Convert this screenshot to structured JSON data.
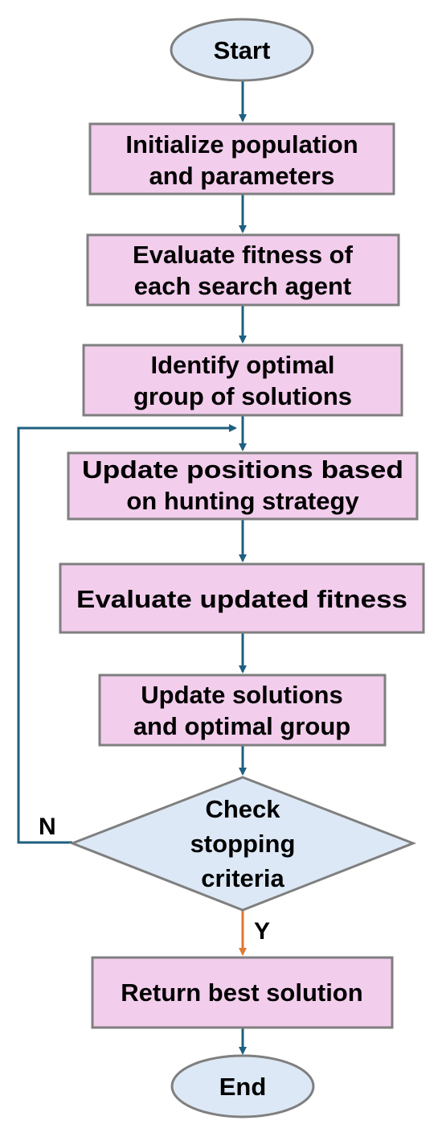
{
  "colors": {
    "terminal_fill": "#dce8f5",
    "process_fill": "#f2cdec",
    "decision_fill": "#dce8f5",
    "stroke": "#7f7f7f",
    "arrow": "#1f5f7f",
    "yes_arrow": "#e07a30"
  },
  "nodes": {
    "start": {
      "lines": [
        "Start"
      ]
    },
    "initialize": {
      "lines": [
        "Initialize population",
        "and parameters"
      ]
    },
    "evaluate_fitness": {
      "lines": [
        "Evaluate fitness of",
        "each search agent"
      ]
    },
    "identify": {
      "lines": [
        "Identify optimal",
        "group of solutions"
      ]
    },
    "update_positions": {
      "lines": [
        "Update positions based",
        "on hunting strategy"
      ]
    },
    "evaluate_updated": {
      "lines": [
        "Evaluate updated fitness"
      ]
    },
    "update_solutions": {
      "lines": [
        "Update solutions",
        "and optimal group"
      ]
    },
    "check": {
      "lines": [
        "Check",
        "stopping",
        "criteria"
      ]
    },
    "return_best": {
      "lines": [
        "Return best solution"
      ]
    },
    "end": {
      "lines": [
        "End"
      ]
    }
  },
  "edges": {
    "no_label": "N",
    "yes_label": "Y"
  }
}
